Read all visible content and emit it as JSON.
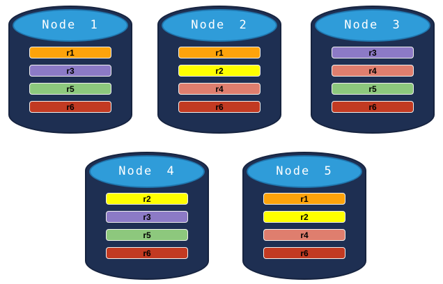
{
  "diagram": {
    "description": "Database nodes with replicated partitions",
    "replica_colors": {
      "r1": "#fda30b",
      "r2": "#ffff00",
      "r3": "#8c7ac6",
      "r4": "#df7e6e",
      "r5": "#8dc87d",
      "r6": "#c23a22"
    },
    "cylinder_colors": {
      "body": "#1e2f52",
      "top": "#2f9cd9"
    },
    "nodes": [
      {
        "label": "Node 1",
        "replicas": [
          "r1",
          "r3",
          "r5",
          "r6"
        ]
      },
      {
        "label": "Node 2",
        "replicas": [
          "r1",
          "r2",
          "r4",
          "r6"
        ]
      },
      {
        "label": "Node 3",
        "replicas": [
          "r3",
          "r4",
          "r5",
          "r6"
        ]
      },
      {
        "label": "Node 4",
        "replicas": [
          "r2",
          "r3",
          "r5",
          "r6"
        ]
      },
      {
        "label": "Node 5",
        "replicas": [
          "r1",
          "r2",
          "r4",
          "r6"
        ]
      }
    ]
  }
}
